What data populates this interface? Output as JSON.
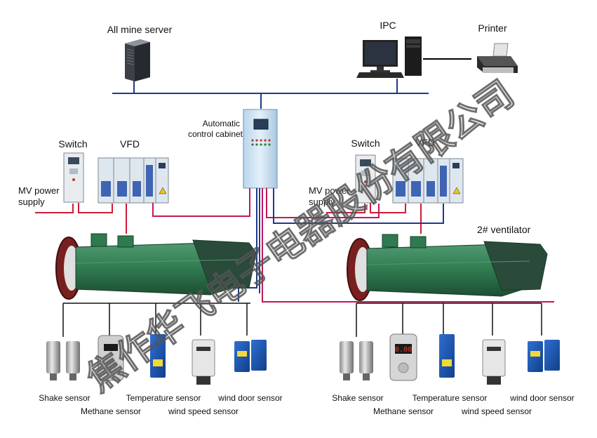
{
  "labels": {
    "server": "All mine server",
    "ipc": "IPC",
    "printer": "Printer",
    "cabinet_line1": "Automatic",
    "cabinet_line2": "control cabinet",
    "switch_left": "Switch",
    "vfd_left": "VFD",
    "switch_right": "Switch",
    "vfd_right": "VFD",
    "mv_left_line1": "MV power",
    "mv_left_line2": "supply",
    "mv_right_line1": "MV power",
    "mv_right_line2": "supply",
    "ventilator_right": "2# ventilator"
  },
  "sensors_left": {
    "shake": "Shake sensor",
    "methane": "Methane sensor",
    "temperature": "Temperature sensor",
    "wind_speed": "wind speed sensor",
    "wind_door": "wind door sensor"
  },
  "sensors_right": {
    "shake": "Shake sensor",
    "methane": "Methane sensor",
    "temperature": "Temperature sensor",
    "wind_speed": "wind speed sensor",
    "wind_door": "wind door sensor"
  },
  "methane_display": "0.00",
  "watermark": "焦作华飞电子电器股份有限公司",
  "colors": {
    "network_line": "#1d3a8a",
    "power_line": "#d11a3a",
    "signal_line": "#c2185b",
    "fan_green": "#2f7a4f",
    "cabinet_blue": "#cfe4f4"
  }
}
